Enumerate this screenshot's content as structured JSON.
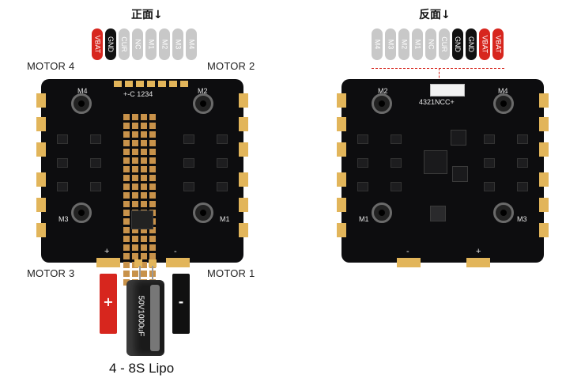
{
  "front": {
    "title": "正面↓",
    "pins": [
      {
        "label": "VBAT",
        "color": "red"
      },
      {
        "label": "GND",
        "color": "black"
      },
      {
        "label": "CUR",
        "color": "gray"
      },
      {
        "label": "NC",
        "color": "gray"
      },
      {
        "label": "M1",
        "color": "gray"
      },
      {
        "label": "M2",
        "color": "gray"
      },
      {
        "label": "M3",
        "color": "gray"
      },
      {
        "label": "M4",
        "color": "gray"
      }
    ],
    "motor_labels": {
      "top_left": "MOTOR 4",
      "top_right": "MOTOR 2",
      "bottom_left": "MOTOR 3",
      "bottom_right": "MOTOR 1"
    },
    "silk": {
      "m4": "M4",
      "m2": "M2",
      "m3": "M3",
      "m1": "M1",
      "header": "+-C 1234",
      "plus": "+",
      "minus": "-"
    },
    "battery_plus": "+",
    "battery_minus": "-",
    "capacitor_text": "50V1000uF",
    "lipo_label": "4 - 8S Lipo"
  },
  "back": {
    "title": "反面↓",
    "pins": [
      {
        "label": "M4",
        "color": "gray"
      },
      {
        "label": "M3",
        "color": "gray"
      },
      {
        "label": "M2",
        "color": "gray"
      },
      {
        "label": "M1",
        "color": "gray"
      },
      {
        "label": "NC",
        "color": "gray"
      },
      {
        "label": "CUR",
        "color": "gray"
      },
      {
        "label": "GND",
        "color": "black"
      },
      {
        "label": "GND",
        "color": "black"
      },
      {
        "label": "VBAT",
        "color": "red"
      },
      {
        "label": "VBAT",
        "color": "red"
      }
    ],
    "silk": {
      "m2": "M2",
      "m4": "M4",
      "m1": "M1",
      "m3": "M3",
      "header": "4321NCC+",
      "plus": "+",
      "minus": "-"
    }
  },
  "colors": {
    "vbat": "#d7261e",
    "gnd": "#111111",
    "signal": "#c8c8c8",
    "pad": "#e2b55a",
    "board": "#0d0d0f",
    "wire_red": "#d7261e",
    "wire_black": "#111111"
  }
}
